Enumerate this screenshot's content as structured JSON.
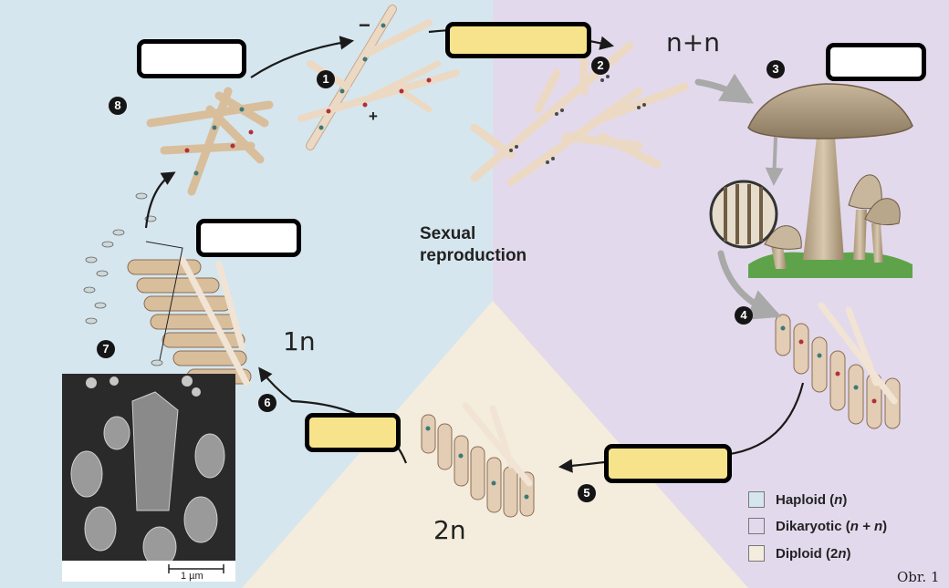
{
  "diagram": {
    "center_title_line1": "Sexual",
    "center_title_line2": "reproduction",
    "ploidy_labels": {
      "haploid": "1n",
      "dikaryotic": "n+n",
      "diploid": "2n"
    },
    "steps": [
      "1",
      "2",
      "3",
      "4",
      "5",
      "6",
      "7",
      "8"
    ],
    "mating_types": {
      "minus": "−",
      "plus": "+"
    },
    "scale_bar": "1 µm",
    "figure_label": "Obr. 1",
    "legend": [
      {
        "color": "#d6e6ee",
        "label_pre": "Haploid (",
        "label_var": "n",
        "label_post": ")"
      },
      {
        "color": "#e3d9ec",
        "label_pre": "Dikaryotic (",
        "label_var": "n + n",
        "label_post": ")"
      },
      {
        "color": "#f4ecdd",
        "label_pre": "Diploid (2",
        "label_var": "n",
        "label_post": ")"
      }
    ],
    "colors": {
      "haploid_bg": "#d6e6ee",
      "dikaryotic_bg": "#e3d9ec",
      "diploid_bg": "#f4ecdd",
      "blank_box_filled": "#f7e38b",
      "hypha": "#e8d3bd"
    }
  }
}
